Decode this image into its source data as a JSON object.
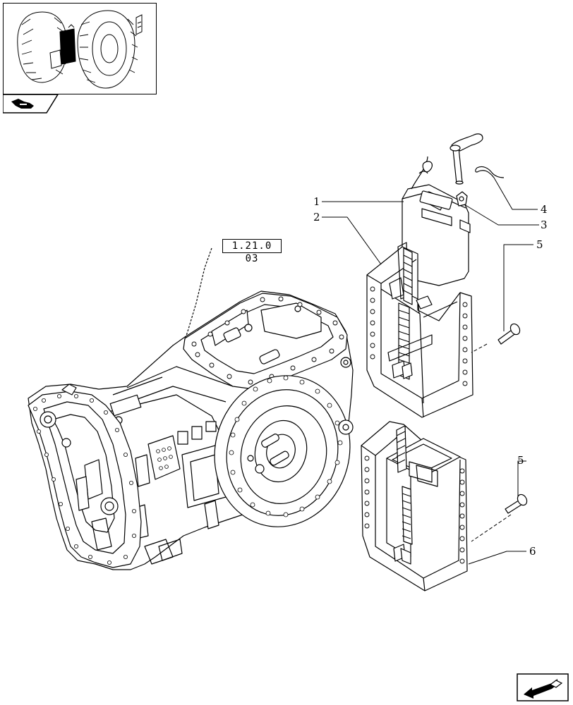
{
  "reference_box": {
    "label": "1.21.0 03"
  },
  "callouts": [
    {
      "id": "c1",
      "label": "1"
    },
    {
      "id": "c2",
      "label": "2"
    },
    {
      "id": "c3",
      "label": "3"
    },
    {
      "id": "c4",
      "label": "4"
    },
    {
      "id": "c5a",
      "label": "5"
    },
    {
      "id": "c5b",
      "label": "5"
    },
    {
      "id": "c6",
      "label": "6"
    }
  ],
  "icons": {
    "thumbnail": "tractor-location-thumbnail",
    "section_tab": "tractor-section-icon",
    "navigation": "next-page-arrow-icon"
  },
  "colors": {
    "line": "#000000",
    "background": "#ffffff"
  }
}
